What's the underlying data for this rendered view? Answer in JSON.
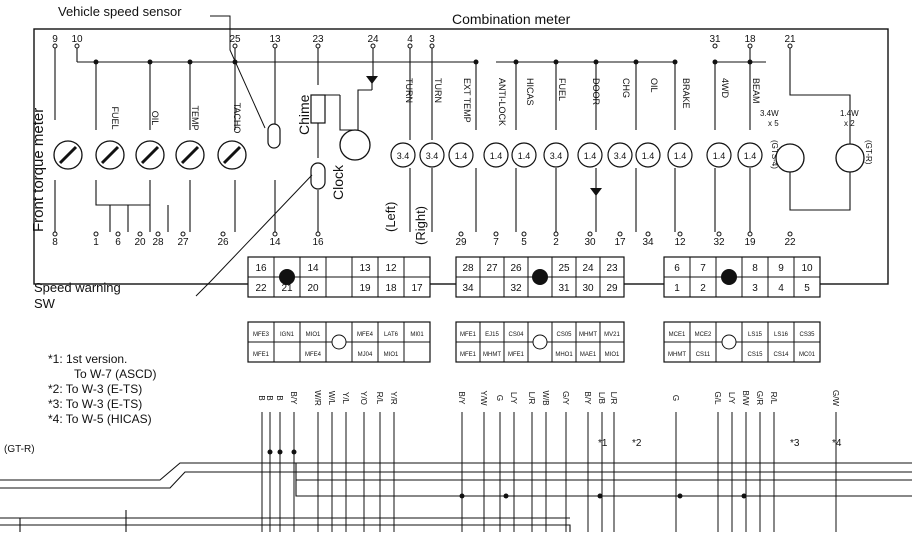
{
  "titles": {
    "vehicle_speed_sensor": "Vehicle speed sensor",
    "combination_meter": "Combination meter",
    "speed_warning_sw": "Speed warning",
    "speed_warning_sw2": "SW",
    "front_torque_meter": "Front torque meter",
    "chime": "Chime",
    "clock": "Clock",
    "left": "(Left)",
    "right": "(Right)",
    "gt_r": "(GT-R)"
  },
  "notes": [
    "*1: 1st version.",
    "To W-7 (ASCD)",
    "*2: To W-3 (E-TS)",
    "*3: To W-3 (E-TS)",
    "*4: To W-5 (HICAS)"
  ],
  "top_pins": [
    "9",
    "10",
    "25",
    "13",
    "23",
    "24",
    "4",
    "3",
    "31",
    "18",
    "21"
  ],
  "bottom_pins": [
    "8",
    "1",
    "6",
    "20",
    "28",
    "27",
    "26",
    "14",
    "16",
    "29",
    "7",
    "5",
    "2",
    "30",
    "17",
    "34",
    "12",
    "32",
    "19",
    "22"
  ],
  "gauges": [
    "FUEL",
    "OIL",
    "TEMP",
    "TACHO"
  ],
  "lamp_value": "1.4",
  "lamp_value_b": "3.4",
  "lamp_labels": [
    "TURN",
    "TURN",
    "EXT TEMP",
    "ANTI-LOCK",
    "HICAS",
    "FUEL",
    "DOOR",
    "CHG",
    "OIL",
    "BRAKE",
    "4WD",
    "BEAM"
  ],
  "illum": [
    {
      "rating": "3.4W",
      "count": "x 5",
      "name": "(GTS-4)"
    },
    {
      "rating": "1.4W",
      "count": "x 2",
      "name": "(GT-R)"
    }
  ],
  "connectors": {
    "c1_top": [
      "16",
      "",
      "14",
      "",
      "13",
      "12",
      ""
    ],
    "c1_bot": [
      "22",
      "21",
      "20",
      "",
      "19",
      "18",
      "17"
    ],
    "c2_top": [
      "28",
      "27",
      "26",
      "",
      "25",
      "24",
      "23"
    ],
    "c2_bot": [
      "34",
      "",
      "32",
      "",
      "31",
      "30",
      "29"
    ],
    "c3_top": [
      "6",
      "7",
      "",
      "8",
      "9",
      "10"
    ],
    "c3_bot": [
      "1",
      "2",
      "",
      "3",
      "4",
      "5"
    ]
  },
  "harness_codes": {
    "c1_top": [
      "MFE3",
      "IGN1",
      "MIO1",
      "",
      "MFE4",
      "LAT6",
      "MI01"
    ],
    "c1_bot": [
      "MFE1",
      "",
      "MFE4",
      "",
      "MJ04",
      "MIO1",
      ""
    ],
    "c2_top": [
      "MFE1",
      "EJ15",
      "CS04",
      "",
      "CS05",
      "MHMT",
      "MV21"
    ],
    "c2_bot": [
      "MFE1",
      "MHMT",
      "MFE1",
      "",
      "MHO1",
      "MAE1",
      "MIO1"
    ],
    "c3_top": [
      "MCE1",
      "MCE2",
      "",
      "LS15",
      "LS16",
      "CS35"
    ],
    "c3_bot": [
      "MHMT",
      "CS11",
      "",
      "CS15",
      "CS14",
      "MC01"
    ]
  },
  "wire_colors": [
    "B",
    "B",
    "B",
    "B/Y",
    "W/R",
    "W/L",
    "Y/L",
    "Y/O",
    "R/L",
    "Y/R",
    "B/Y",
    "Y/W",
    "G",
    "L/Y",
    "L/R",
    "W/B",
    "G/Y",
    "B/Y",
    "L/B",
    "L/R",
    "G",
    "G/L",
    "L/Y",
    "B/W",
    "G/R",
    "R/L",
    "G/W"
  ],
  "ref_marks": [
    "*1",
    "*2",
    "*3",
    "*4"
  ],
  "colors": {
    "ink": "#111111",
    "paper": "#ffffff"
  }
}
